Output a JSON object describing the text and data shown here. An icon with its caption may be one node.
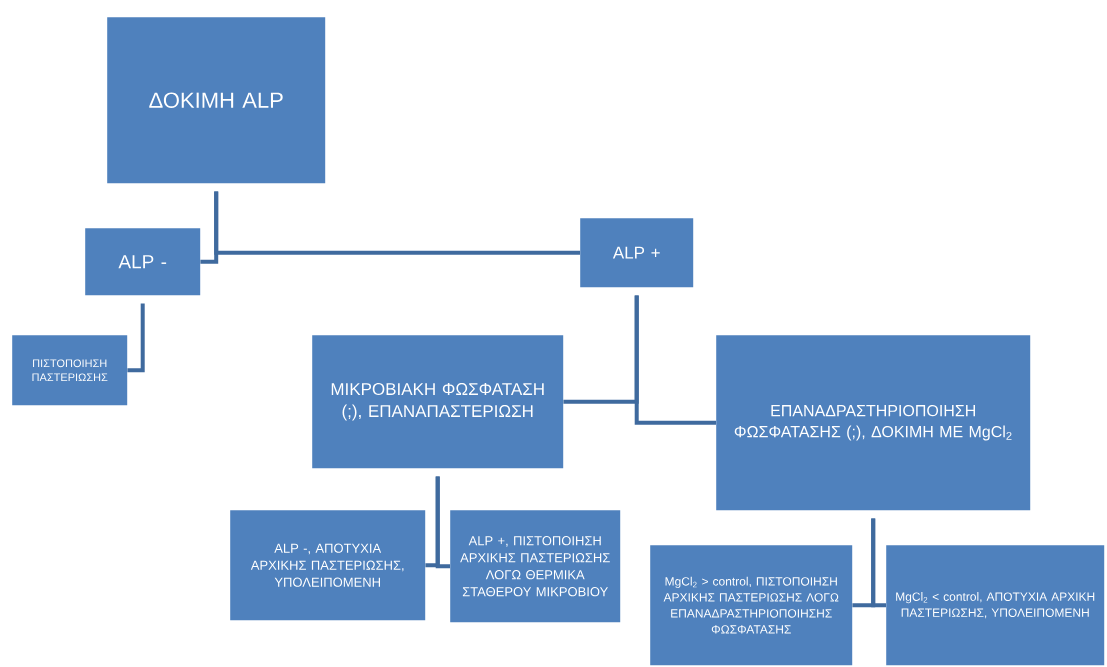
{
  "diagram": {
    "nodes": [
      {
        "text": [
          "ΔΟΚΙΜΗ ALP"
        ]
      },
      {
        "text": [
          "ALP -"
        ]
      },
      {
        "text": [
          "ALP +"
        ]
      },
      {
        "text": [
          "ΠΙΣΤΟΠΟΙΗΣΗ ΠΑΣΤΕΡΙΩΣΗΣ"
        ]
      },
      {
        "text": [
          "ΜΙΚΡΟΒΙΑΚΗ ΦΩΣΦΑΤΑΣΗ (;), ΕΠΑΝΑΠΑΣΤΕΡΙΩΣΗ"
        ]
      },
      {
        "text": [
          "ΕΠΑΝΑΔΡΑΣΤΗΡΙΟΠΟΙΗΣΗ ΦΩΣΦΑΤΑΣΗΣ (;), ΔΟΚΙΜΗ ΜΕ MgCl$_{2}$"
        ]
      },
      {
        "text": [
          "ALP -, ΑΠΟΤΥΧΙΑ ΑΡΧΙΚΗΣ ΠΑΣΤΕΡΙΩΣΗΣ, ΥΠΟΛΕΙΠΟΜΕΝΗ"
        ]
      },
      {
        "text": [
          "ALP +, ΠΙΣΤΟΠΟΙΗΣΗ ΑΡΧΙΚΗΣ ΠΑΣΤΕΡΙΩΣΗΣ ΛΟΓΩ ΘΕΡΜΙΚΑ ΣΤΑΘΕΡΟΥ ΜΙΚΡΟΒΙΟΥ"
        ]
      },
      {
        "text": [
          "MgCl$_{2}$ > control, ΠΙΣΤΟΠΟΙΗΣΗ ΑΡΧΙΚΗΣ ΠΑΣΤΕΡΙΩΣΗΣ ΛΟΓΩ ΕΠΑΝΑΔΡΑΣΤΗΡΙΟΠΟΙΗΣΗΣ ΦΩΣΦΑΤΑΣΗΣ"
        ]
      },
      {
        "text": [
          "MgCl$_{2}$ < control, ΑΠΟΤΥΧΙΑ ΑΡΧΙΚΗ ΠΑΣΤΕΡΙΩΣΗΣ, ΥΠΟΛΕΙΠΟΜΕΝΗ"
        ]
      }
    ],
    "edges": [
      {
        "from": 0,
        "to": 1,
        "arrow": "none"
      },
      {
        "from": 0,
        "to": 2,
        "arrow": "none"
      },
      {
        "from": 1,
        "to": 3,
        "arrow": "none"
      },
      {
        "from": 2,
        "to": 4,
        "arrow": "none"
      },
      {
        "from": 2,
        "to": 5,
        "arrow": "none"
      },
      {
        "from": 4,
        "to": 6,
        "arrow": "none"
      },
      {
        "from": 4,
        "to": 7,
        "arrow": "none"
      },
      {
        "from": 5,
        "to": 8,
        "arrow": "none"
      },
      {
        "from": 5,
        "to": 9,
        "arrow": "none"
      }
    ]
  }
}
